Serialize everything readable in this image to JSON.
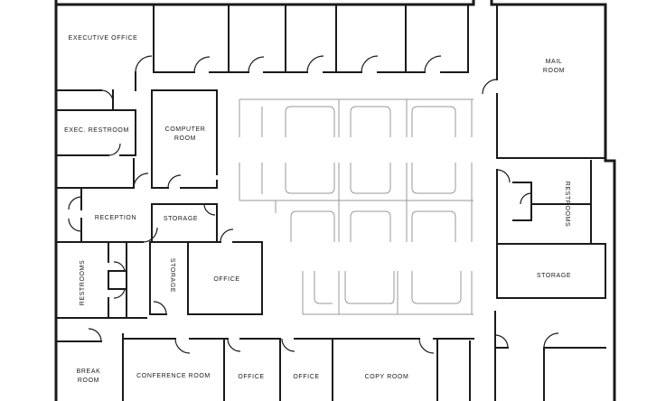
{
  "plan": {
    "rooms": {
      "executive_office": "EXECUTIVE OFFICE",
      "exec_restroom": "EXEC. RESTROOM",
      "computer_room_1": "COMPUTER",
      "computer_room_2": "ROOM",
      "mail_room_1": "MAIL",
      "mail_room_2": "ROOM",
      "reception": "RECEPTION",
      "storage_center": "STORAGE",
      "storage_vertical": "STORAGE",
      "office_center": "OFFICE",
      "restrooms_left": "RESTROOMS",
      "restrooms_right": "RESTROOMS",
      "storage_right": "STORAGE",
      "break_room_1": "BREAK",
      "break_room_2": "ROOM",
      "conference_room": "CONFERENCE ROOM",
      "office_bottom_1": "OFFICE",
      "office_bottom_2": "OFFICE",
      "copy_room": "COPY ROOM"
    }
  }
}
